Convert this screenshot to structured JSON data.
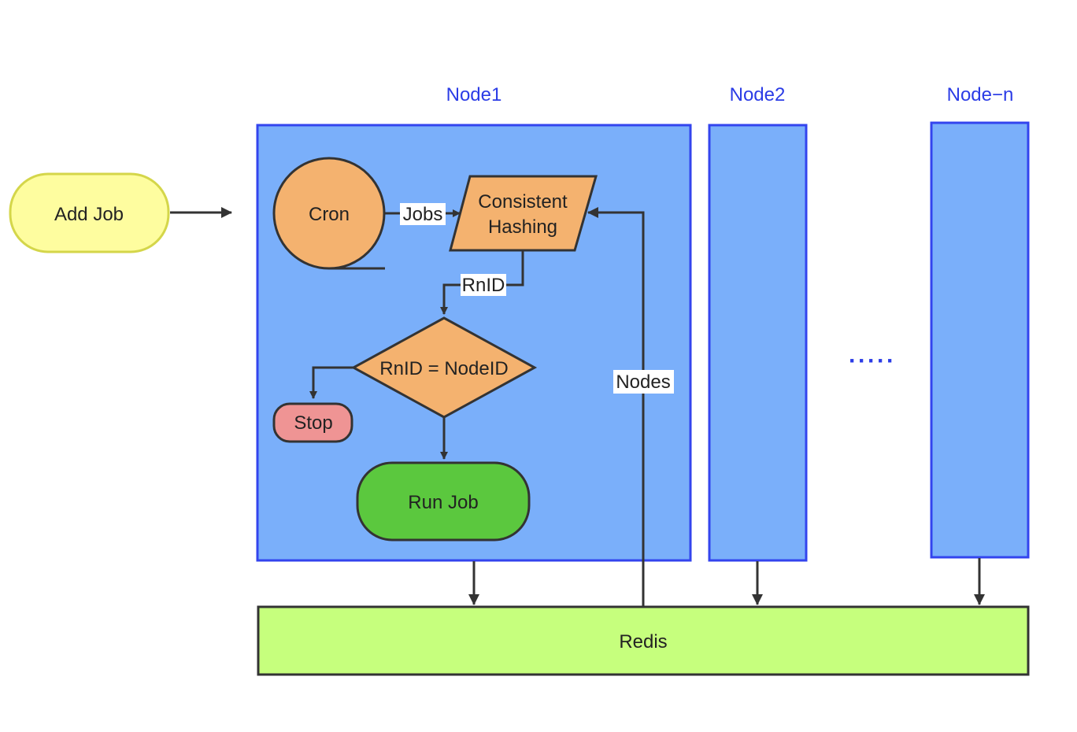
{
  "nodes": {
    "node1_title": "Node1",
    "node2_title": "Node2",
    "noden_title": "Node−n",
    "ellipsis": "·····"
  },
  "flow": {
    "add_job": "Add Job",
    "cron": "Cron",
    "jobs_label": "Jobs",
    "hashing_line1": "Consistent",
    "hashing_line2": "Hashing",
    "rnid_label": "RnID",
    "decision": "RnID = NodeID",
    "stop": "Stop",
    "run_job": "Run Job",
    "nodes_label": "Nodes",
    "redis": "Redis"
  },
  "colors": {
    "node_fill": "#7aaffa",
    "node_stroke": "#3344ee",
    "title_text": "#2b3ce6",
    "add_job_fill": "#fefd9f",
    "add_job_stroke": "#d4d64a",
    "orange_fill": "#f4b26f",
    "stop_fill": "#ef9494",
    "run_job_fill": "#5bc83e",
    "redis_fill": "#c6ff7d",
    "line": "#333333"
  }
}
